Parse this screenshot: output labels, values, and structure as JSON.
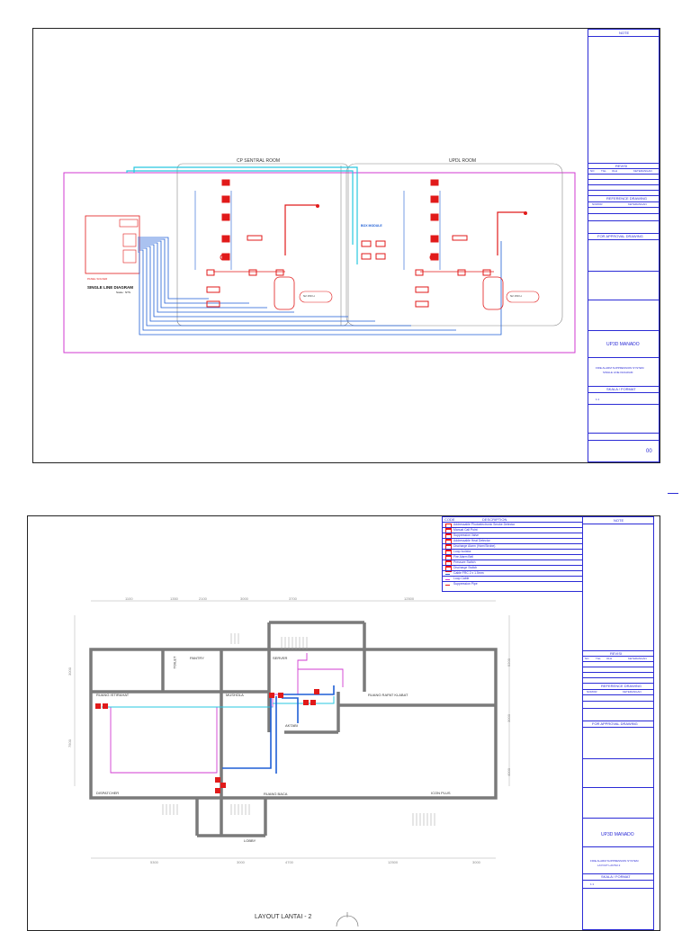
{
  "sheet1": {
    "note_header": "NOTE",
    "room_labels": [
      "CP SENTRAL ROOM",
      "UPDL ROOM"
    ],
    "panel_label": "PANEL SOLVER",
    "diagram_title": "SINGLE LINE DIAGRAM",
    "diagram_scale": "Scale : NTS",
    "box_module_label": "BOX MODULE",
    "tank_labels": [
      "N2 150 Lt",
      "N2 150 Lt"
    ],
    "title_block": {
      "revisi": "REVISI",
      "rev_cols": [
        "NO",
        "TGL",
        "OLH",
        "KETERANGAN"
      ],
      "reference": "REFERENCE DRAWING",
      "ref_cols": [
        "NOMOR",
        "KETERANGAN"
      ],
      "approval": "FOR APPROVAL DRAWING",
      "project": "UP3D MANADO",
      "drawing_title_lines": [
        "FIRE ALARM SUPPRESSION SYSTEM",
        "SINGLE LINE DIAGRAM"
      ],
      "scale_label": "SKALA / FORMAT",
      "scale_value": "1:1",
      "rev_number": "00"
    }
  },
  "sheet2": {
    "note_header": "NOTE",
    "legend_headers": [
      "CODE",
      "DESCRIPTION"
    ],
    "legend_items": [
      "Addressable Photoelectronic Smoke Detector",
      "Manual Call Point",
      "Suppression Valve",
      "Addressable Heat Detector",
      "Discharge Alarm (Horn/Strobe)",
      "Loop Isolator",
      "Fire Alarm Bell",
      "Pressure Switch",
      "Discharge Switch",
      "Cable FRC 2 x 1.5mm",
      "Loop Cable",
      "Suppression Pipe"
    ],
    "rooms": {
      "pantry": "PANTRY",
      "toilet": "TOILET",
      "server": "SERVER",
      "istirahat": "RUANG ISTIRAHAT",
      "mushola": "MUSHOLA",
      "rapat": "RUANG RAPAT KLABAT",
      "aktabi": "AKTABI",
      "dispatcher": "DISPATCHER",
      "baca": "RUANG BACA",
      "iconplus": "ICON PLUS",
      "lobby": "LOBBY"
    },
    "layout_title": "LAYOUT LANTAI - 2",
    "dims_top": [
      "1100",
      "1350",
      "2100",
      "3000",
      "3700",
      "12500"
    ],
    "dims_bottom": [
      "5300",
      "3000",
      "4700",
      "12500",
      "3000"
    ],
    "dims_left": [
      "3000",
      "7500"
    ],
    "dims_right": [
      "5200",
      "3000",
      "4000"
    ],
    "title_block": {
      "revisi": "REVISI",
      "rev_cols": [
        "NO",
        "TGL",
        "OLH",
        "KETERANGAN"
      ],
      "reference": "REFERENCE DRAWING",
      "ref_cols": [
        "NOMOR",
        "KETERANGAN"
      ],
      "approval": "FOR APPROVAL DRAWING",
      "project": "UP3D MANADO",
      "drawing_title_lines": [
        "FIRE ALARM SUPPRESSION SYSTEM",
        "LAYOUT LANTAI 2"
      ],
      "scale_label": "SKALA / FORMAT",
      "scale_value": "1:1"
    }
  },
  "colors": {
    "wall": "#7a7a7a",
    "magenta": "#d23ad2",
    "cyan": "#27c7e0",
    "blue": "#1f5fd6",
    "red": "#e11a1a",
    "titleblock": "#2b2bd6"
  }
}
